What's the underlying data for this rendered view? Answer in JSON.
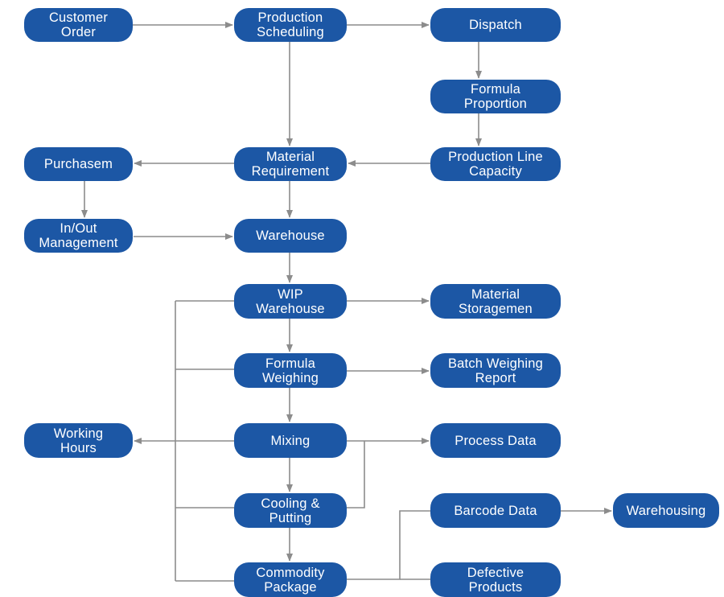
{
  "nodes": {
    "customer_order": [
      "Customer",
      "Order"
    ],
    "production_scheduling": [
      "Production",
      "Scheduling"
    ],
    "dispatch": [
      "Dispatch"
    ],
    "formula_proportion": [
      "Formula",
      "Proportion"
    ],
    "production_line_capacity": [
      "Production Line",
      "Capacity"
    ],
    "material_requirement": [
      "Material",
      "Requirement"
    ],
    "purchasem": [
      "Purchasem"
    ],
    "in_out_management": [
      "In/Out",
      "Management"
    ],
    "warehouse": [
      "Warehouse"
    ],
    "wip_warehouse": [
      "WIP",
      "Warehouse"
    ],
    "material_storagemen": [
      "Material",
      "Storagemen"
    ],
    "formula_weighing": [
      "Formula",
      "Weighing"
    ],
    "batch_weighing_report": [
      "Batch Weighing",
      "Report"
    ],
    "working_hours": [
      "Working",
      "Hours"
    ],
    "mixing": [
      "Mixing"
    ],
    "process_data": [
      "Process Data"
    ],
    "cooling_putting": [
      "Cooling &",
      "Putting"
    ],
    "barcode_data": [
      "Barcode Data"
    ],
    "warehousing": [
      "Warehousing"
    ],
    "commodity_package": [
      "Commodity",
      "Package"
    ],
    "defective_products": [
      "Defective",
      "Products"
    ]
  },
  "colors": {
    "node_fill": "#1c57a5",
    "node_text": "#ffffff",
    "connector": "#8c8c8c"
  }
}
